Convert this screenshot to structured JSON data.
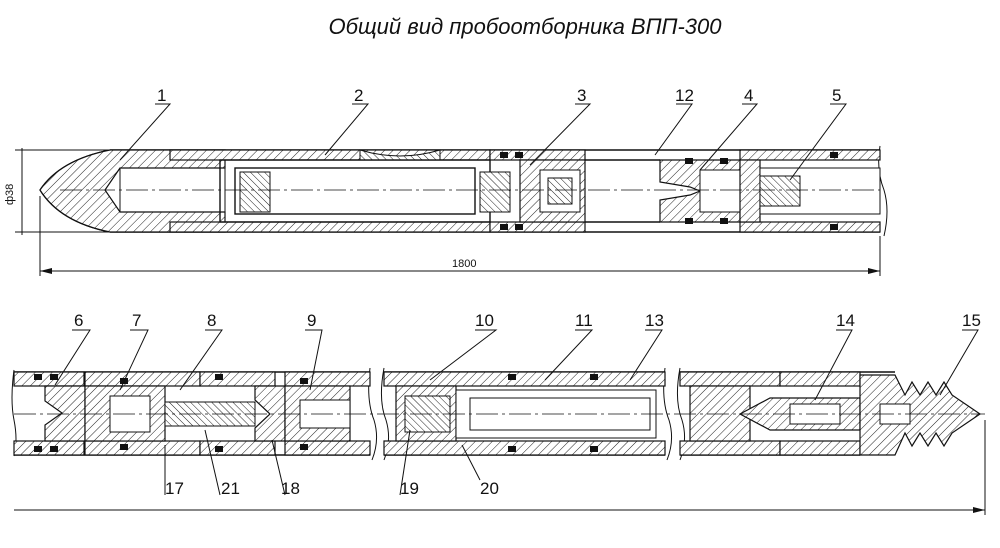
{
  "title": "Общий вид пробоотборника ВПП-300",
  "dimensions": {
    "diameter": "ф38",
    "length": "1800"
  },
  "callouts": {
    "c1": "1",
    "c2": "2",
    "c3": "3",
    "c4": "4",
    "c5": "5",
    "c6": "6",
    "c7": "7",
    "c8": "8",
    "c9": "9",
    "c10": "10",
    "c11": "11",
    "c12": "12",
    "c13": "13",
    "c14": "14",
    "c15": "15",
    "c17": "17",
    "c18": "18",
    "c19": "19",
    "c20": "20",
    "c21": "21"
  }
}
